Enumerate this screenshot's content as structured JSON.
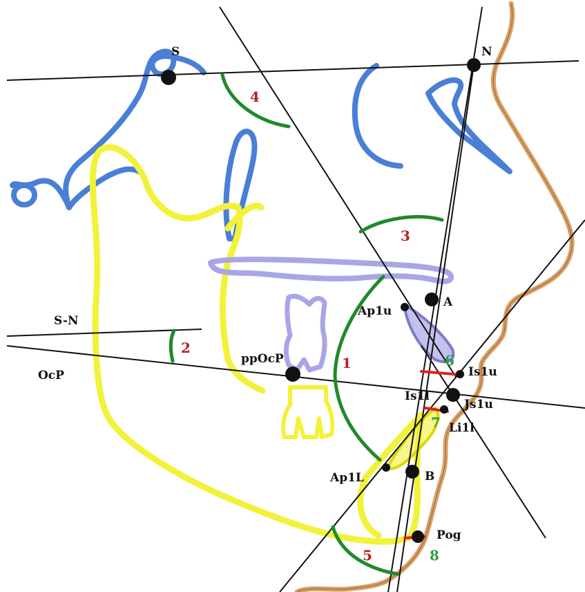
{
  "colors": {
    "bone_blue": "#4a7fd6",
    "mandible_yellow": "#f2f23a",
    "soft_tissue": "#d9a066",
    "palate_lavender": "#a9a6e6",
    "angle_arc_green": "#1f8a2a",
    "angle_number_red": "#b52020",
    "angle_number_green": "#2aa040",
    "marker_red": "#e02020",
    "line_black": "#111111"
  },
  "landmarks": {
    "S": "S",
    "N": "N",
    "A": "A",
    "B": "B",
    "Pog": "Pog",
    "ppOcP": "ppOcP",
    "Ap1u": "Ap1u",
    "Ap1l": "Ap1L",
    "Is1u": "Is1u",
    "Js1u": "Js1u",
    "Is1l": "Is1l",
    "Li1l": "Li1l"
  },
  "planes": {
    "sn": "S-N",
    "ocp": "OcP"
  },
  "angle_numbers": [
    "1",
    "2",
    "3",
    "4",
    "5",
    "6",
    "7",
    "8"
  ]
}
